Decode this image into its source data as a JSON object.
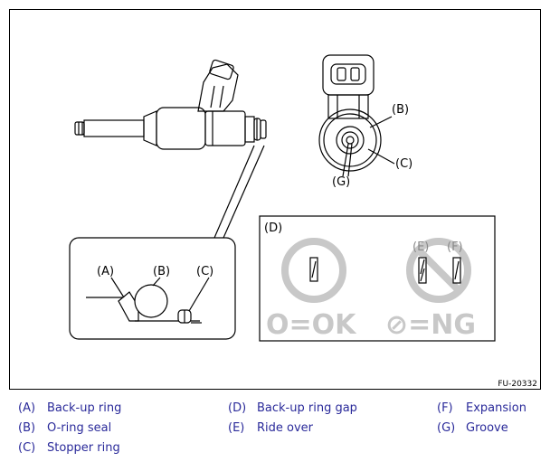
{
  "figure_id": "FU-20332",
  "callouts": {
    "detail": {
      "a": "(A)",
      "b": "(B)",
      "c": "(C)"
    },
    "end_view": {
      "b": "(B)",
      "c": "(C)",
      "g": "(G)"
    },
    "gap_box": {
      "d": "(D)",
      "e": "(E)",
      "f": "(F)"
    }
  },
  "ok_label": "O=OK",
  "ng_label": "⊘=NG",
  "legend": [
    {
      "code": "(A)",
      "text": "Back-up ring"
    },
    {
      "code": "(B)",
      "text": "O-ring seal"
    },
    {
      "code": "(C)",
      "text": "Stopper ring"
    },
    {
      "code": "(D)",
      "text": "Back-up ring gap"
    },
    {
      "code": "(E)",
      "text": "Ride over"
    },
    {
      "code": "(F)",
      "text": "Expansion"
    },
    {
      "code": "(G)",
      "text": "Groove"
    }
  ],
  "colors": {
    "legend_text": "#2a2a9a",
    "symbol_gray": "#c8c8c8",
    "line": "#000000"
  }
}
